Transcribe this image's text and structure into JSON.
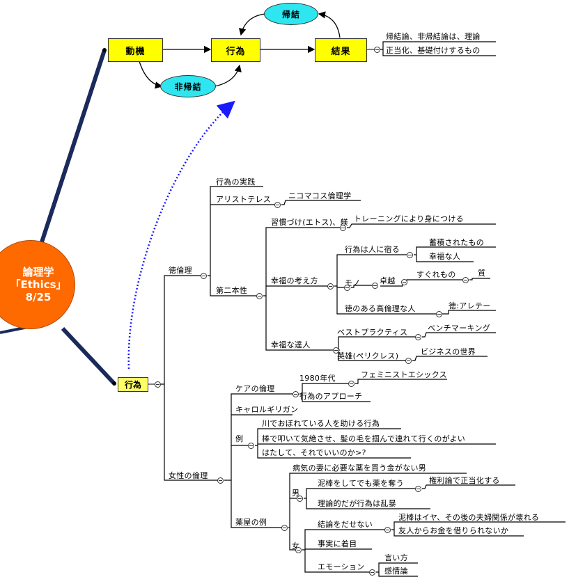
{
  "central_topic": {
    "line1": "論理学",
    "line2": "「Ethics」",
    "line3": "8/25",
    "color": "#ff6a00"
  },
  "flow": {
    "doki": "動機",
    "koui": "行為",
    "kekka": "結果",
    "kiketsu": "帰結",
    "hikiketsu": "非帰結",
    "note1": "帰結論、非帰結論は、理論",
    "note2": "正当化、基礎付けするもの"
  },
  "main_node": "行為",
  "toku_rinri": {
    "label": "徳倫理",
    "jissen": "行為の実践",
    "aristoteles": "アリストテレス",
    "nicomachean": "ニコマコス倫理学",
    "daini": "第二本性",
    "shukan": "習慣づけ(エトス)、躾",
    "training": "トレーニングにより身につける",
    "kangaekata": "幸福の考え方",
    "yadoru": "行為は人に宿る",
    "chikuseki": "蓄積されたもの",
    "kofukuna": "幸福な人",
    "mono": "モノ",
    "takuetsu": "卓越",
    "sugure": "すぐれもの",
    "shitsu": "質",
    "toku_aru": "徳のある高倫理な人",
    "arete": "徳:アレテー",
    "tatsujin": "幸福な達人",
    "best": "ベストプラクティス",
    "bench": "ベンチマーキング",
    "eiyu": "英雄(ペリクレス)",
    "business": "ビジネスの世界"
  },
  "josei_rinri": {
    "label": "女性の倫理",
    "care": "ケアの倫理",
    "y1980": "1980年代",
    "feminist": "フェミニストエシックス",
    "approach": "行為のアプローチ",
    "gilligan": "キャロルギリガン",
    "rei": "例",
    "kawa": "川でおぼれている人を助ける行為",
    "bou": "棒で叩いて気絶させ、髪の毛を掴んで連れて行くのがよい",
    "hatashite": "はたして、それでいいのか>?",
    "yakuya": "薬屋の例",
    "byoki": "病気の妻に必要な薬を買う金がない男",
    "otoko": "男",
    "dorobo": "泥棒をしてでも薬を奪う",
    "kenri": "権利論で正当化する",
    "ronri": "理論的だが行為は乱暴",
    "onna": "女",
    "ketsuron": "結論をだせない",
    "iya": "泥棒はイヤ、その後の夫婦関係が壊れる",
    "yujin": "友人からお金を借りられないか",
    "jijitsu": "事実に着目",
    "emotion": "エモーション",
    "iikata": "言い方",
    "kanjo": "感情論"
  }
}
